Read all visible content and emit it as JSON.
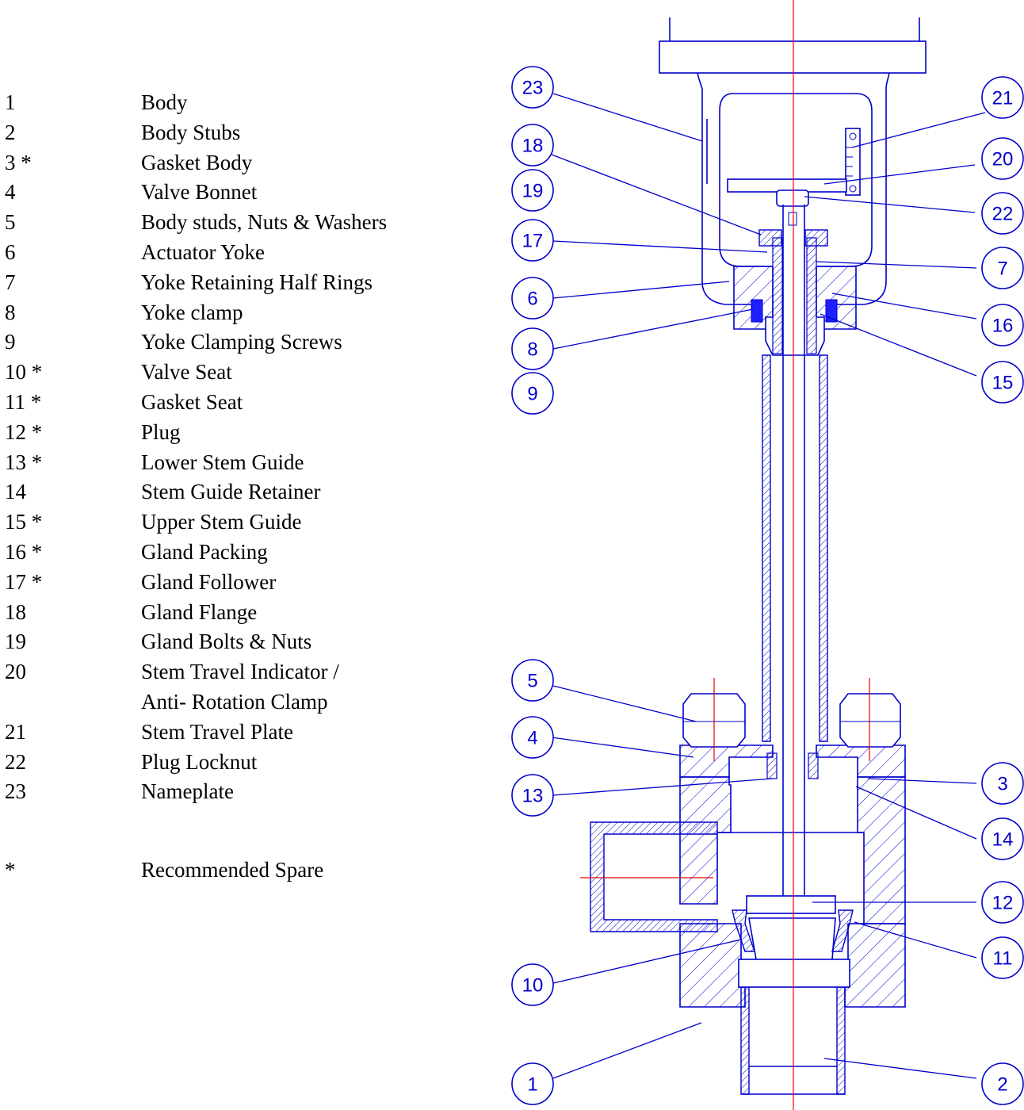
{
  "parts": [
    {
      "num": "1",
      "name": "Body"
    },
    {
      "num": "2",
      "name": "Body Stubs"
    },
    {
      "num": "3 *",
      "name": "Gasket Body"
    },
    {
      "num": "4",
      "name": "Valve Bonnet"
    },
    {
      "num": "5",
      "name": "Body studs, Nuts & Washers"
    },
    {
      "num": "6",
      "name": "Actuator Yoke"
    },
    {
      "num": "7",
      "name": "Yoke Retaining Half Rings"
    },
    {
      "num": "8",
      "name": "Yoke clamp"
    },
    {
      "num": "9",
      "name": "Yoke Clamping Screws"
    },
    {
      "num": "10 *",
      "name": "Valve Seat"
    },
    {
      "num": "11 *",
      "name": "Gasket Seat"
    },
    {
      "num": "12 *",
      "name": "Plug"
    },
    {
      "num": "13 *",
      "name": "Lower Stem Guide"
    },
    {
      "num": "14",
      "name": "Stem Guide Retainer"
    },
    {
      "num": "15 *",
      "name": "Upper Stem Guide"
    },
    {
      "num": "16 *",
      "name": "Gland Packing"
    },
    {
      "num": "17 *",
      "name": "Gland Follower"
    },
    {
      "num": "18",
      "name": "Gland Flange"
    },
    {
      "num": "19",
      "name": "Gland Bolts & Nuts"
    },
    {
      "num": "20",
      "name": "Stem Travel Indicator /"
    },
    {
      "num": "",
      "name": "Anti- Rotation Clamp"
    },
    {
      "num": "21",
      "name": "Stem Travel Plate"
    },
    {
      "num": "22",
      "name": "Plug Locknut"
    },
    {
      "num": "23",
      "name": "Nameplate"
    }
  ],
  "footnote": {
    "num": "*",
    "name": "Recommended Spare"
  },
  "callouts": [
    "23",
    "18",
    "19",
    "17",
    "6",
    "8",
    "9",
    "21",
    "20",
    "22",
    "7",
    "16",
    "15",
    "5",
    "4",
    "13",
    "3",
    "14",
    "12",
    "11",
    "10",
    "1",
    "2"
  ],
  "colors": {
    "lines": "#0000cc",
    "centerline": "#ee0000",
    "text": "#000000"
  }
}
